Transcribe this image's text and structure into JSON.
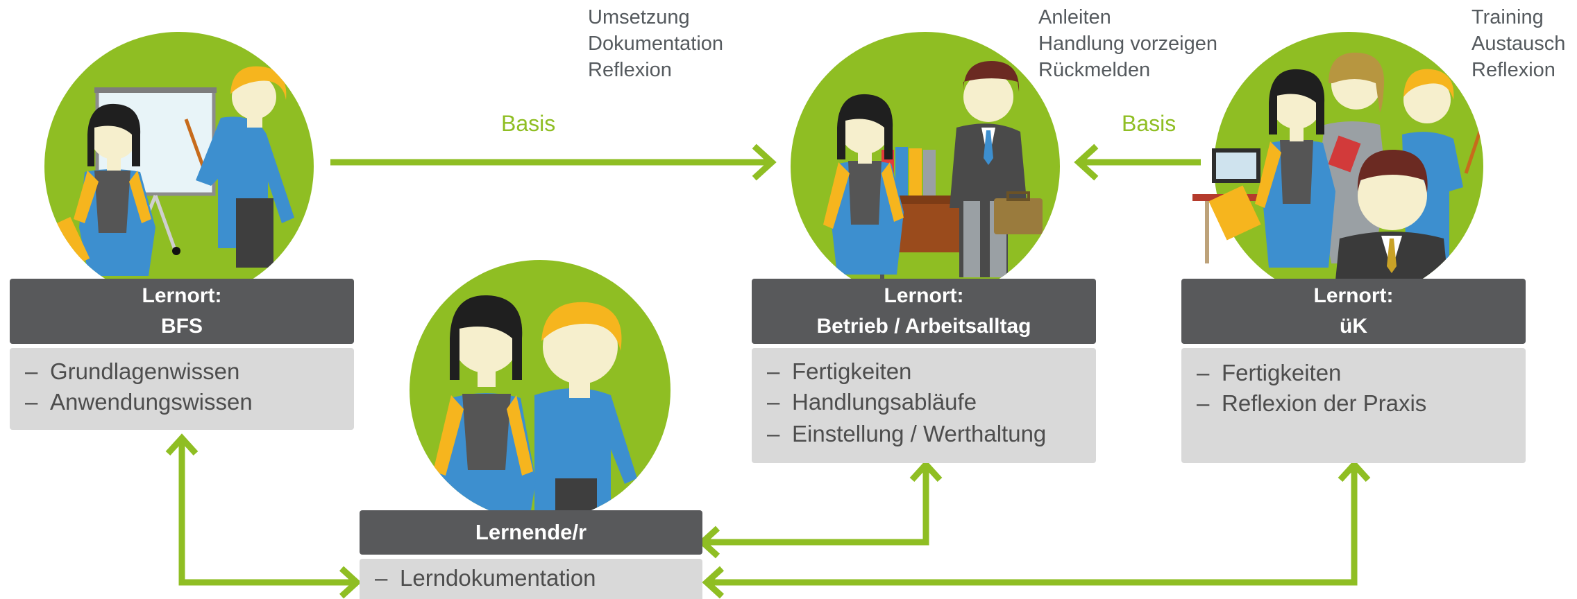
{
  "colors": {
    "green": "#8fbe23",
    "header": "#58595b",
    "box": "#d9d9d9",
    "text": "#4d4d4d",
    "note": "#555a5e"
  },
  "notes": {
    "center": [
      "Umsetzung",
      "Dokumentation",
      "Reflexion"
    ],
    "betrieb": [
      "Anleiten",
      "Handlung vorzeigen",
      "Rückmelden"
    ],
    "uek": [
      "Training",
      "Austausch",
      "Reflexion"
    ]
  },
  "basis_left": "Basis",
  "basis_right": "Basis",
  "bfs": {
    "title1": "Lernort:",
    "title2": "BFS",
    "items": [
      "Grundlagenwissen",
      "Anwendungswissen"
    ]
  },
  "betrieb": {
    "title1": "Lernort:",
    "title2": "Betrieb / Arbeitsalltag",
    "items": [
      "Fertigkeiten",
      "Handlungsabläufe",
      "Einstellung / Werthaltung"
    ]
  },
  "uek": {
    "title1": "Lernort:",
    "title2": "üK",
    "items": [
      "Fertigkeiten",
      "Reflexion der Praxis"
    ]
  },
  "lernende": {
    "title": "Lernende/r",
    "items": [
      "Lerndokumentation"
    ]
  },
  "dash": "–",
  "icons": [
    "presentation-scene-icon",
    "learners-pair-icon",
    "office-scene-icon",
    "group-training-scene-icon"
  ]
}
